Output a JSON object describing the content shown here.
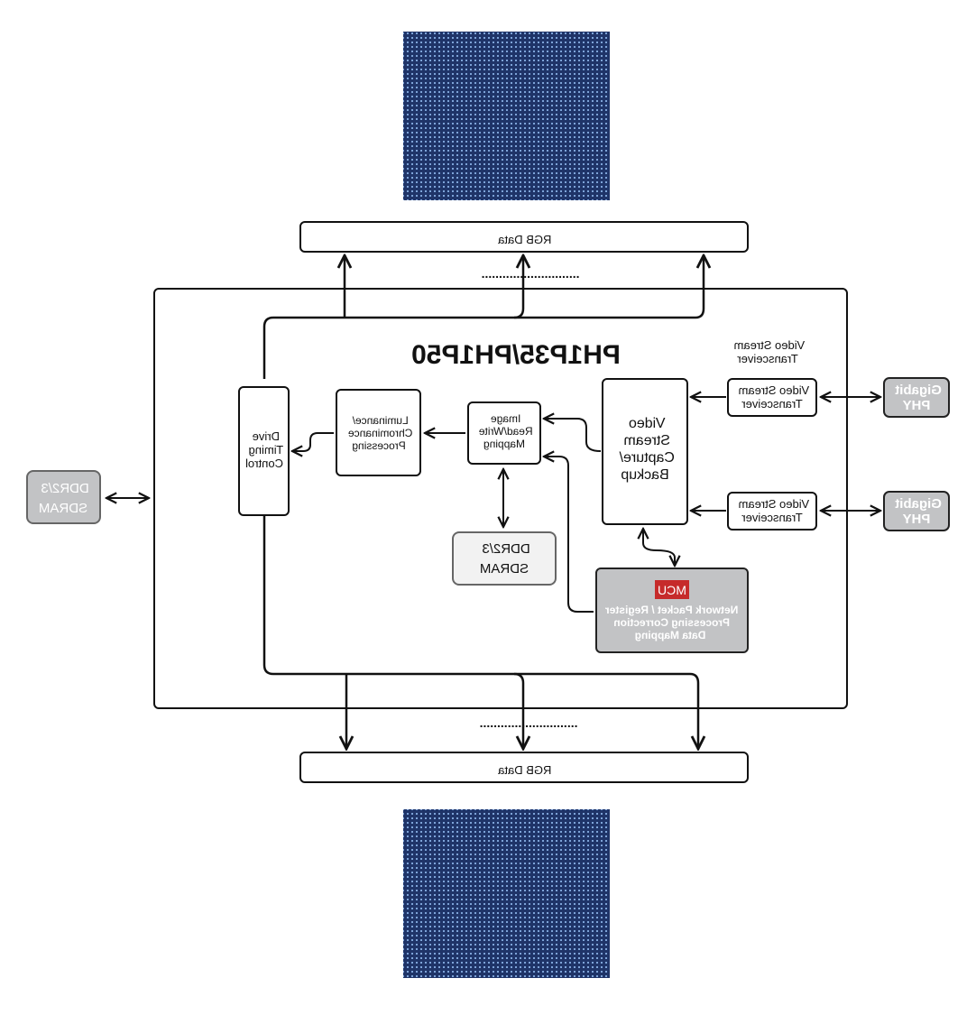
{
  "chip_title": "PH1P35/PH1P50",
  "rgb_data_top": "RGB Data",
  "rgb_data_bottom": "RGB Data",
  "dots_label": "............................",
  "video_stream_transceiver_label": [
    "Video Stream",
    "Transceiver"
  ],
  "transceiver_top": [
    "Video Stream",
    "Transceiver"
  ],
  "transceiver_bottom": [
    "Video Stream",
    "Transceiver"
  ],
  "gigabit_phy_top": [
    "Gigabit",
    "PHY"
  ],
  "gigabit_phy_bottom": [
    "Gigabit",
    "PHY"
  ],
  "video_capture": [
    "Video",
    "Stream",
    "Capture/",
    "Backup"
  ],
  "image_mapping": [
    "Image",
    "Read/Write",
    "Mapping"
  ],
  "lum_chrom": [
    "Luminance/",
    "Chrominance",
    "Processing"
  ],
  "drive_timing": [
    "Drive",
    "Timing",
    "Control"
  ],
  "ddr_internal": [
    "DDR2/3",
    "SDRAM"
  ],
  "ddr_external": [
    "DDR2/3",
    "SDRAM"
  ],
  "mcu_badge": "MCU",
  "mcu_text": [
    "Network Packet / Register",
    "Processing Correction",
    "Data Mapping"
  ],
  "colors": {
    "led_panel": "#1f3468",
    "led_dot": "#7da3d8",
    "gray_block": "#c2c3c5",
    "mcu_red": "#c62b2b",
    "light_block": "#f2f2f2"
  }
}
